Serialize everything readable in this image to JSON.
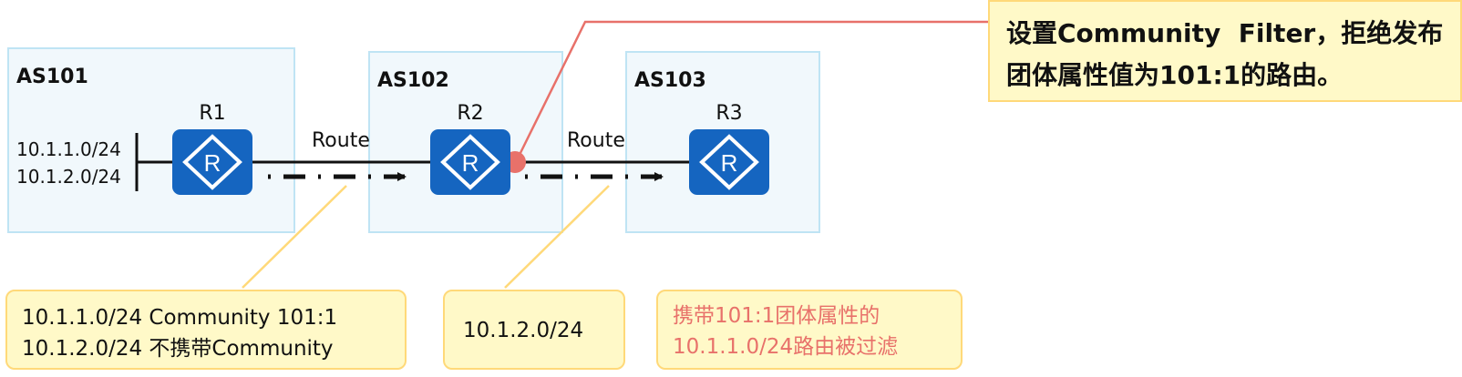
{
  "as_domains": [
    {
      "name": "AS101"
    },
    {
      "name": "AS102"
    },
    {
      "name": "AS103"
    }
  ],
  "routers": [
    {
      "name": "R1",
      "glyph": "R"
    },
    {
      "name": "R2",
      "glyph": "R"
    },
    {
      "name": "R3",
      "glyph": "R"
    }
  ],
  "networks": [
    "10.1.1.0/24",
    "10.1.2.0/24"
  ],
  "route_labels": [
    "Route",
    "Route"
  ],
  "callout": {
    "line1": "设置Community  Filter，拒绝发布",
    "line2": "团体属性值为101:1的路由。"
  },
  "notes": {
    "left": {
      "line1": "10.1.1.0/24 Community 101:1",
      "line2": "10.1.2.0/24 不携带Community"
    },
    "middle": {
      "line1": "10.1.2.0/24"
    },
    "right": {
      "line1": "携带101:1团体属性的",
      "line2": "10.1.1.0/24路由被过滤"
    }
  },
  "colors": {
    "router": "#1565c0",
    "as_fill": "#f1f8fc",
    "as_border": "#bfe4f4",
    "note_fill": "#fff9c8",
    "note_border": "#ffd979",
    "filter_point": "#e8716a",
    "filtered_text": "#e8716a"
  }
}
